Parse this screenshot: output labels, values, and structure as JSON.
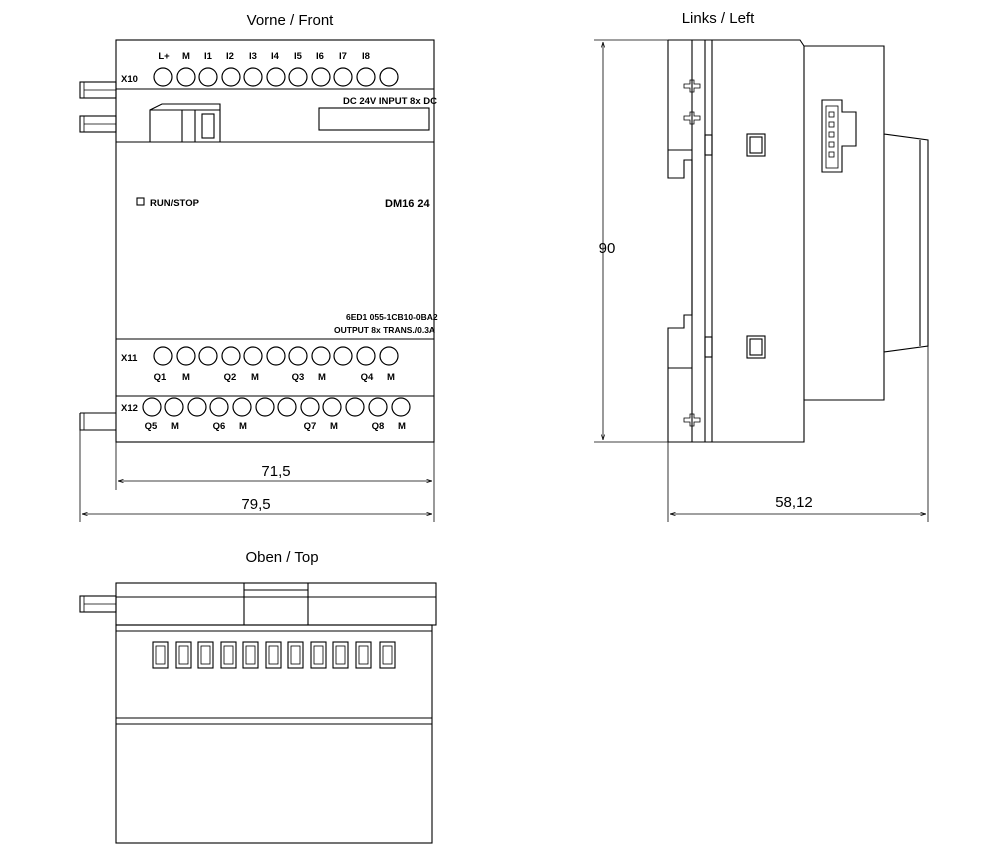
{
  "titles": {
    "front": "Vorne / Front",
    "left": "Links / Left",
    "top": "Oben / Top"
  },
  "front": {
    "x10_label": "X10",
    "x10_terminals": [
      "L+",
      "M",
      "I1",
      "I2",
      "I3",
      "I4",
      "I5",
      "I6",
      "I7",
      "I8"
    ],
    "input_label": "DC 24V  INPUT 8x DC",
    "run_stop": "RUN/STOP",
    "model": "DM16 24",
    "order_no": "6ED1 055-1CB10-0BA2",
    "output_label": "OUTPUT 8x TRANS./0.3A",
    "x11_label": "X11",
    "x11_terminals": [
      "Q1",
      "M",
      "Q2",
      "M",
      "Q3",
      "M",
      "Q4",
      "M"
    ],
    "x12_label": "X12",
    "x12_terminals": [
      "Q5",
      "M",
      "Q6",
      "M",
      "Q7",
      "M",
      "Q8",
      "M"
    ]
  },
  "dimensions": {
    "width_body": "71,5",
    "width_total": "79,5",
    "height": "90",
    "depth": "58,12"
  }
}
